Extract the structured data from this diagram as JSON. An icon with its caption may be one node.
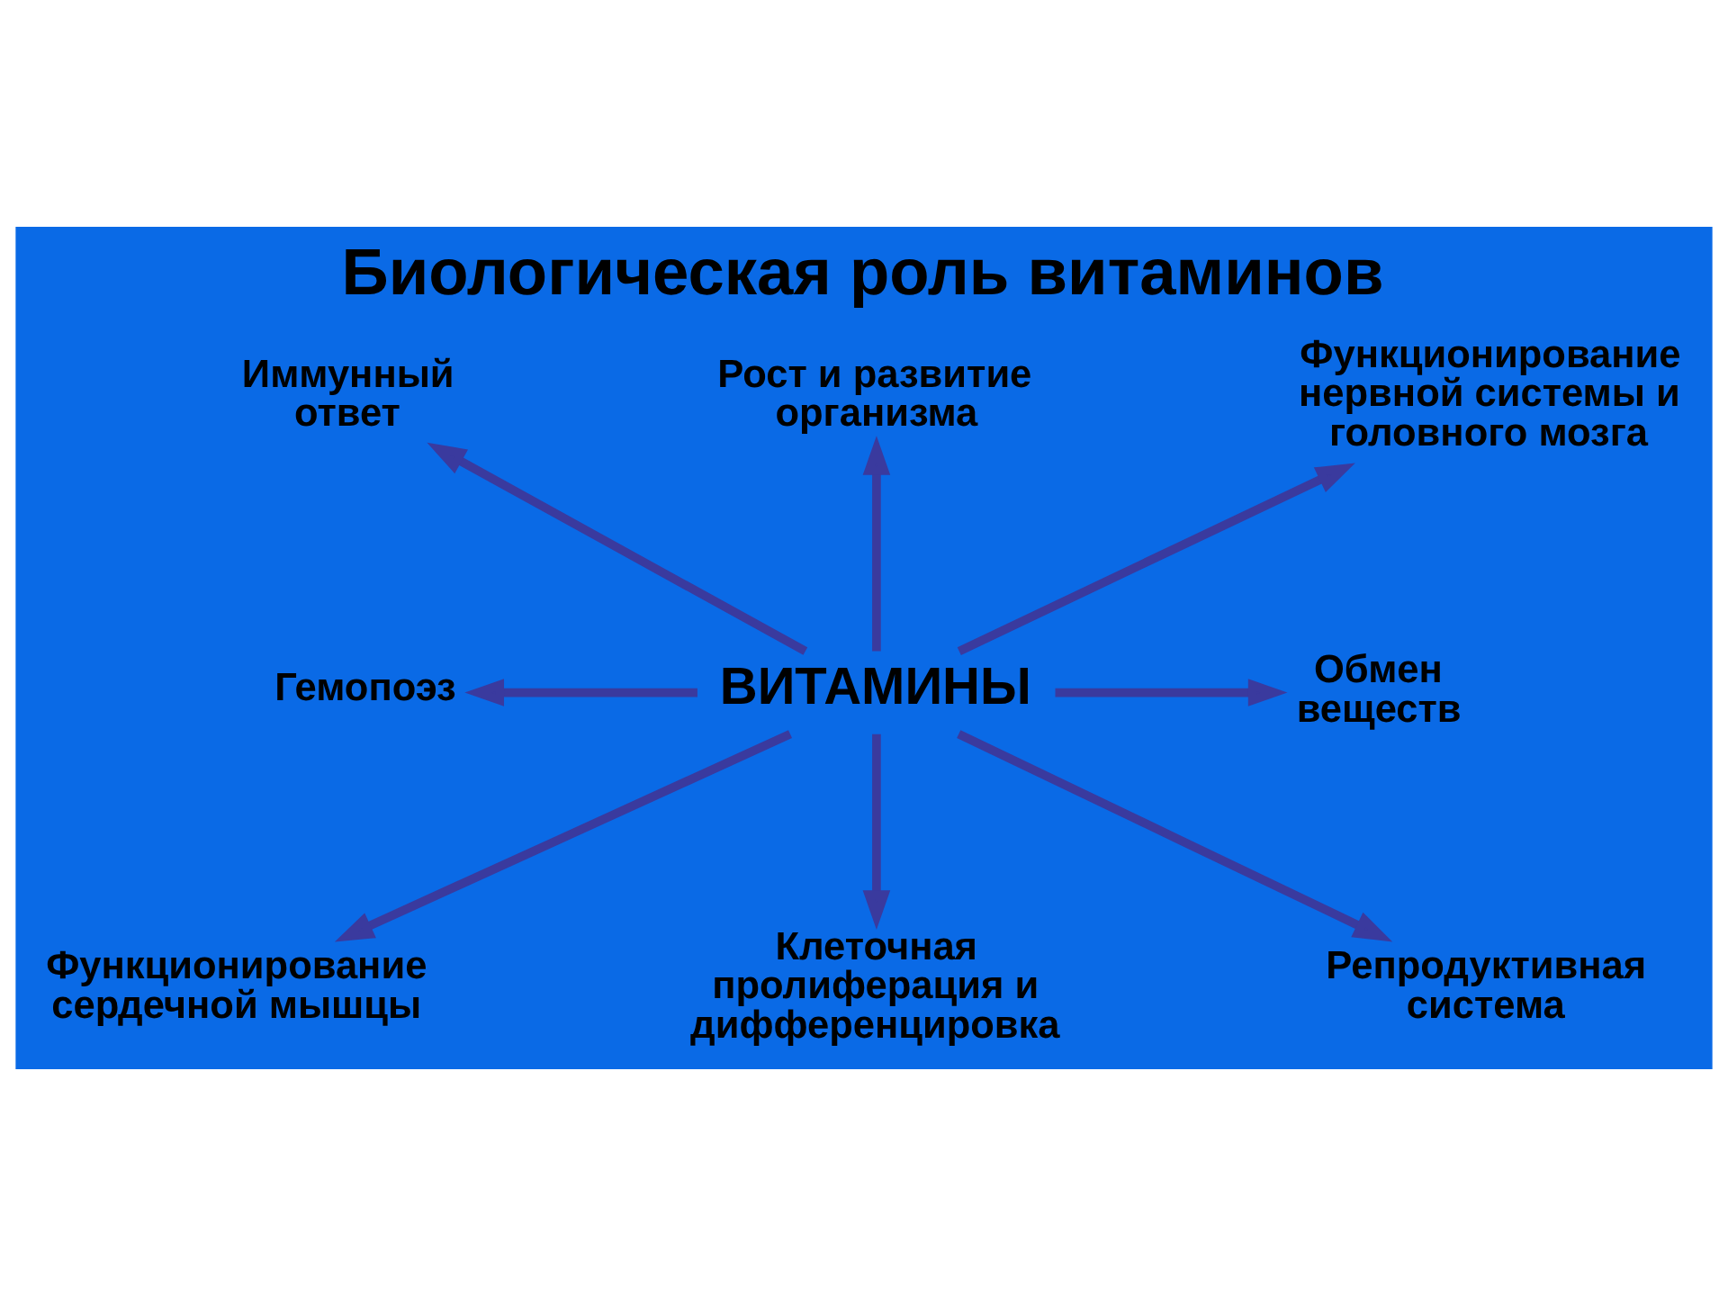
{
  "diagram": {
    "title": "Биологическая роль витаминов",
    "nodes": [
      {
        "text": [
          "Иммунный ответ"
        ]
      },
      {
        "text": [
          "Рост и развитие организма"
        ]
      },
      {
        "text": [
          "Функционирование нервной системы и головного мозга"
        ]
      },
      {
        "text": [
          "Гемопоэз"
        ]
      },
      {
        "text": [
          "ВИТАМИНЫ"
        ]
      },
      {
        "text": [
          "Обмен веществ"
        ]
      },
      {
        "text": [
          "Функционирование сердечной мышцы"
        ]
      },
      {
        "text": [
          "Клеточная пролиферация и дифференцировка"
        ]
      },
      {
        "text": [
          "Репродуктивная система"
        ]
      }
    ],
    "edges": [
      {
        "from": 4,
        "to": 0,
        "arrow": "to"
      },
      {
        "from": 4,
        "to": 1,
        "arrow": "to"
      },
      {
        "from": 4,
        "to": 2,
        "arrow": "to"
      },
      {
        "from": 4,
        "to": 3,
        "arrow": "to"
      },
      {
        "from": 4,
        "to": 5,
        "arrow": "to"
      },
      {
        "from": 4,
        "to": 6,
        "arrow": "to"
      },
      {
        "from": 4,
        "to": 7,
        "arrow": "to"
      },
      {
        "from": 4,
        "to": 8,
        "arrow": "to"
      }
    ]
  }
}
